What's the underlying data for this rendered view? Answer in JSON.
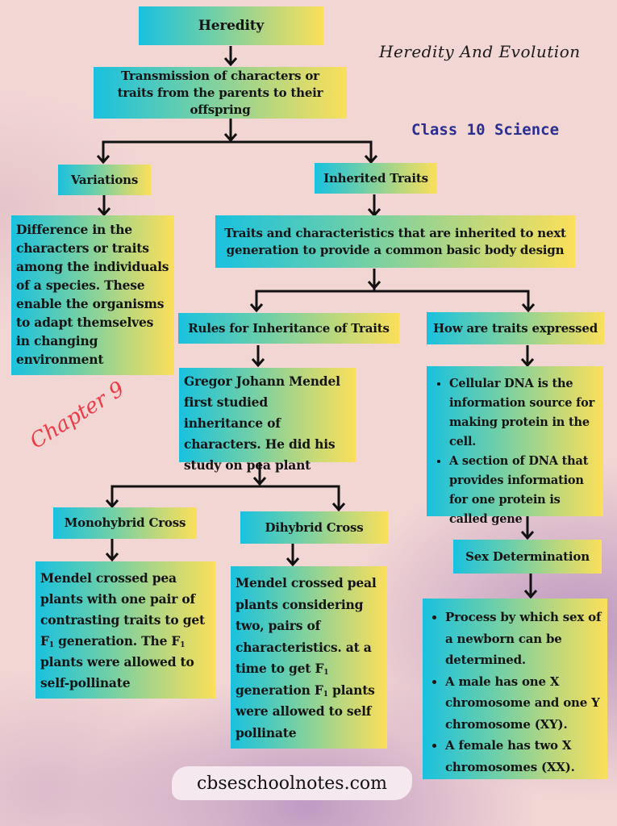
{
  "header": {
    "title": "Heredity And Evolution",
    "subtitle": "Class 10 Science",
    "chapter": "Chapter 9"
  },
  "nodes": {
    "heredity": "Heredity",
    "transmission": "Transmission of characters or traits from the parents to their offspring",
    "variations": "Variations",
    "variations_desc": "Difference in the characters or traits among the individuals of a species. These enable the organisms to adapt themselves in changing environment",
    "inherited_traits": "Inherited Traits",
    "inherited_traits_desc": "Traits and characteristics that are inherited to next generation to provide a common basic body design",
    "rules": "Rules for Inheritance of Traits",
    "mendel": "Gregor Johann Mendel first studied inheritance of characters. He did his study on pea plant",
    "how_expressed": "How are traits expressed",
    "expressed_points": [
      "Cellular DNA is the information source for making protein in the cell.",
      "A section of DNA that provides information for one protein is called gene"
    ],
    "monohybrid": "Monohybrid Cross",
    "monohybrid_desc": {
      "part1": "Mendel crossed pea plants with one pair of contrasting traits to get F",
      "sub1": "1",
      "part2": " generation. The F",
      "sub2": "1",
      "part3": " plants were allowed to self-pollinate"
    },
    "dihybrid": "Dihybrid Cross",
    "dihybrid_desc": {
      "part1": "Mendel crossed peal plants considering two, pairs of characteristics. at a time to get F",
      "sub1": "1",
      "part2": " generation F",
      "sub2": "1",
      "part3": " plants were allowed to self pollinate"
    },
    "sex_determination": "Sex Determination",
    "sex_points": [
      "Process by which sex of a newborn can be determined.",
      "A male has one X chromosome and one Y chromosome (XY).",
      "A female has two X chromosomes (XX)."
    ]
  },
  "footer": {
    "website": "cbseschoolnotes.com"
  },
  "colors": {
    "gradient_start": "#19c1df",
    "gradient_end": "#fbdf5a",
    "background": "#f2d6d4",
    "subtitle": "#2a2f8f",
    "chapter": "#ec3b45"
  }
}
